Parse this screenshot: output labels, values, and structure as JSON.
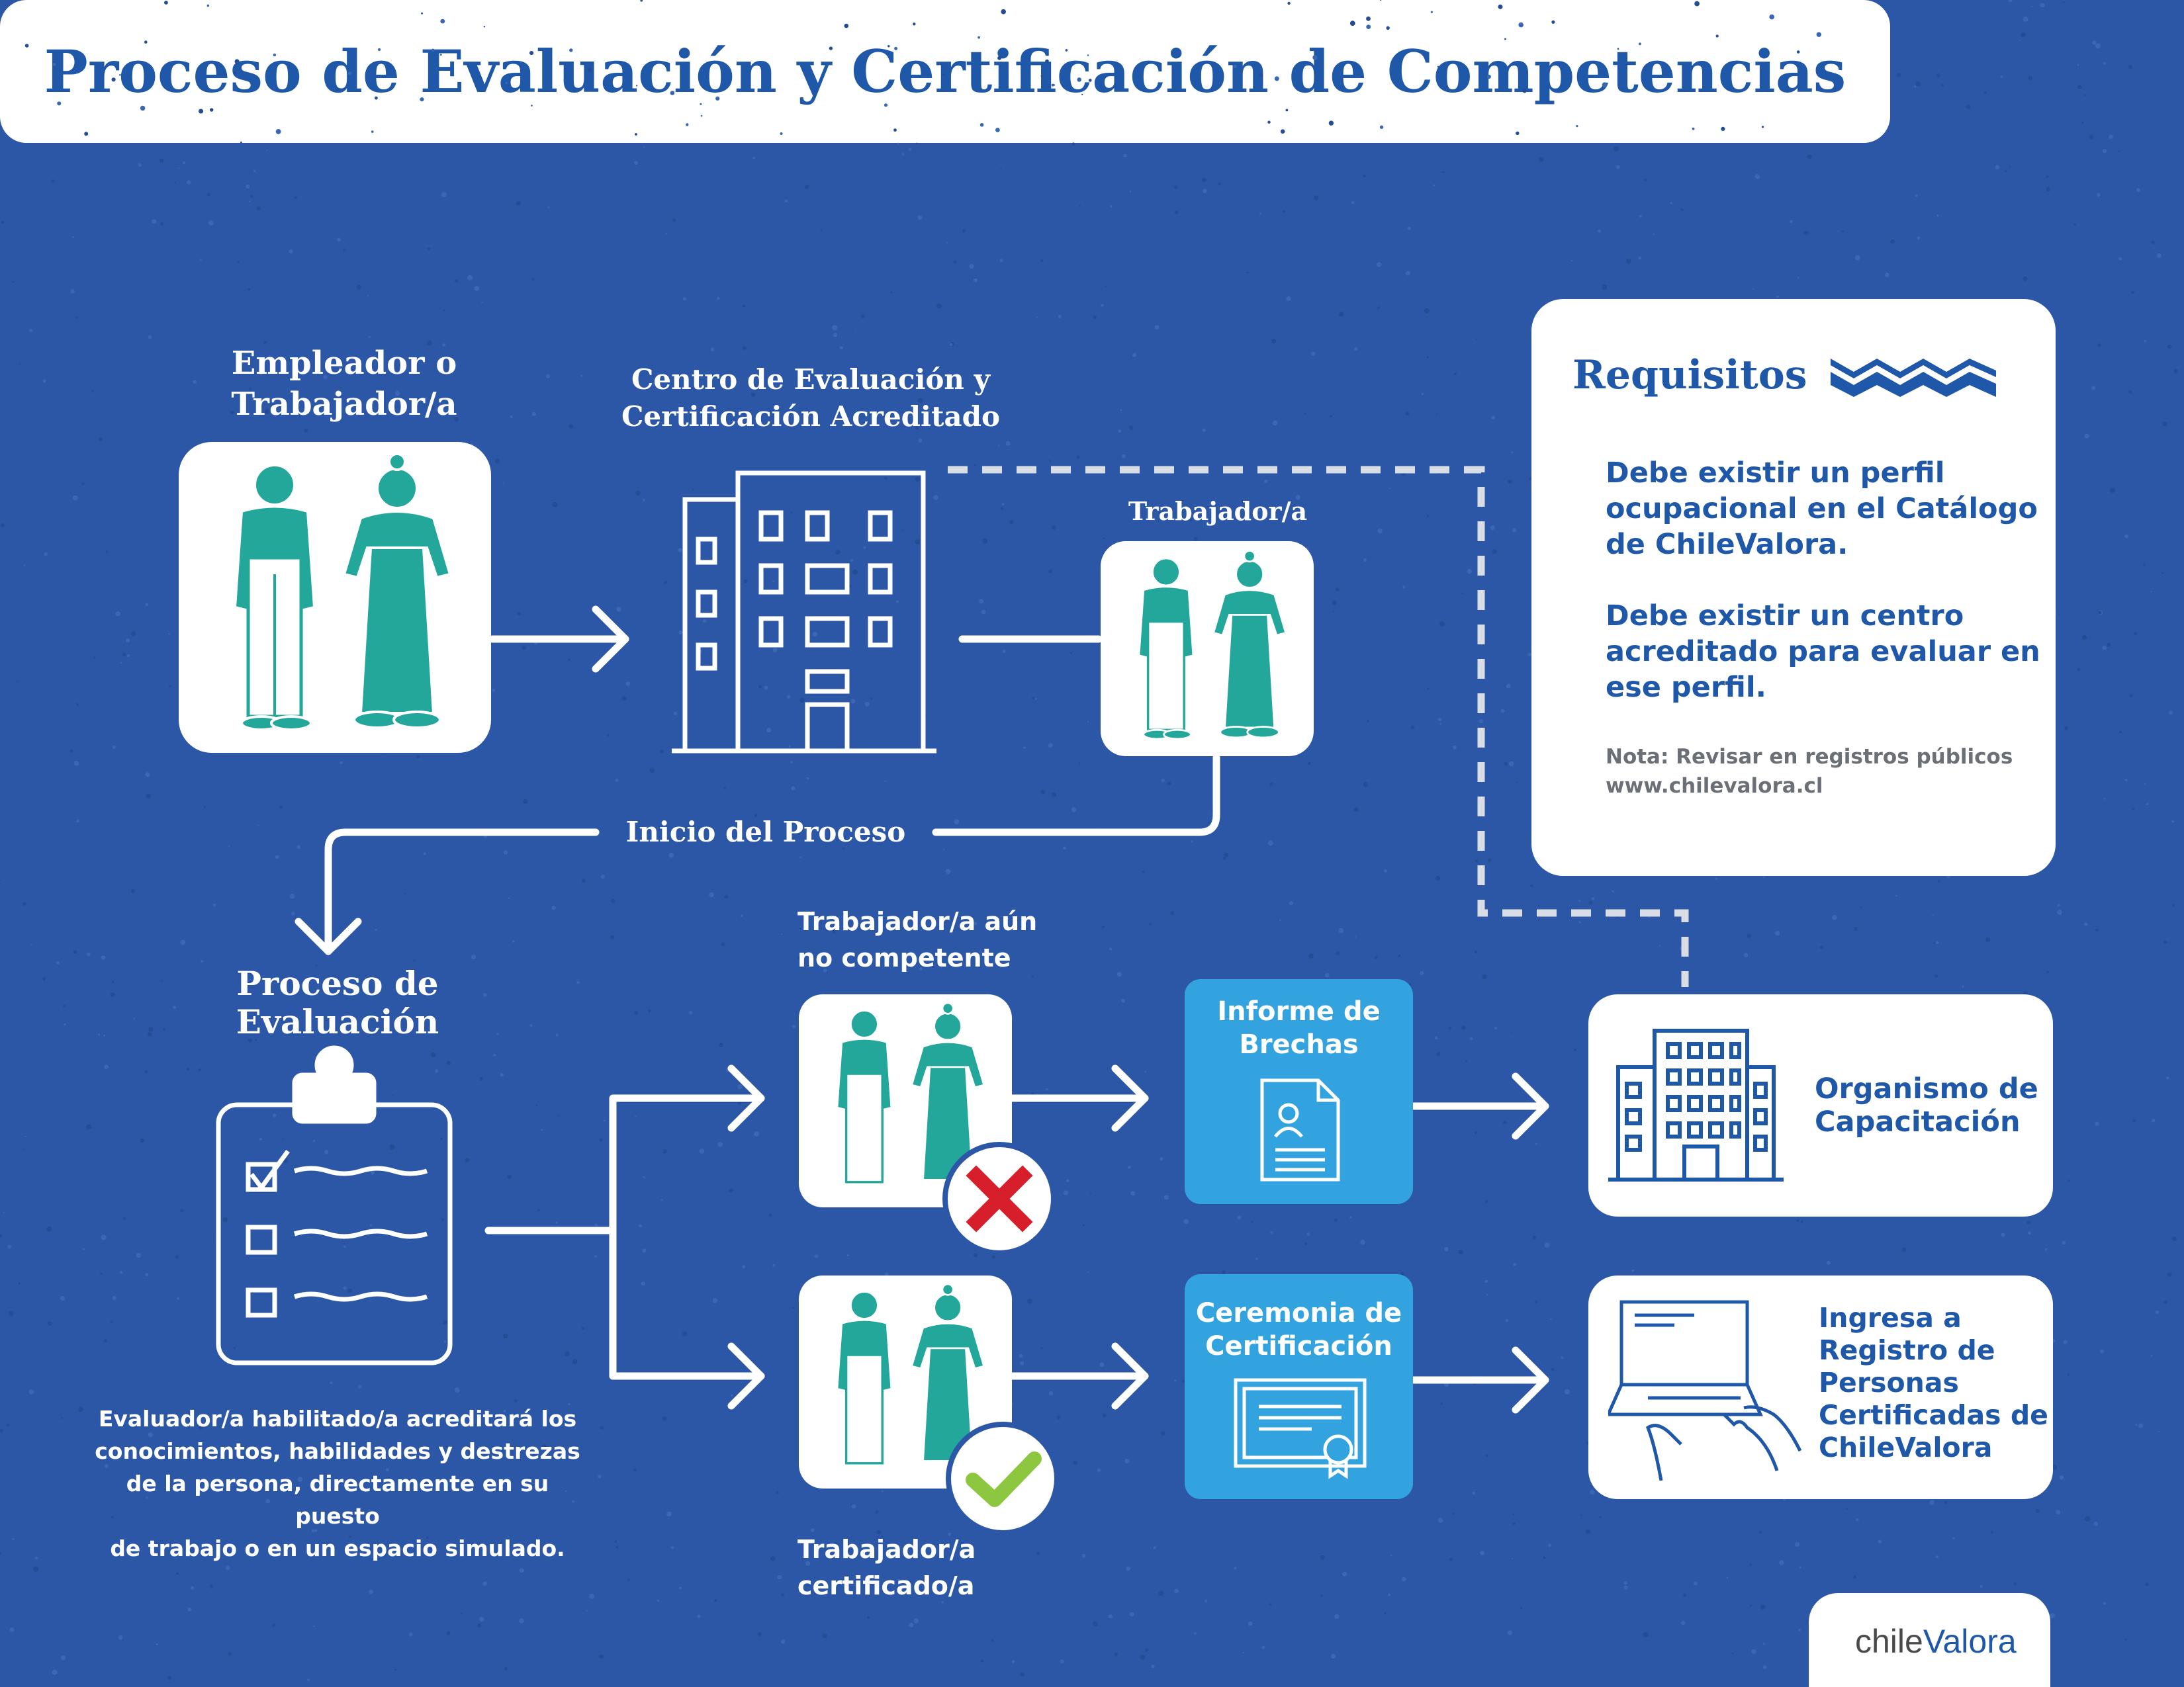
{
  "title": "Proceso de Evaluación y Certificación de Competencias",
  "steps": {
    "employer": {
      "line1": "Empleador o",
      "line2": "Trabajador/a"
    },
    "center": {
      "line1": "Centro de Evaluación y",
      "line2": "Certificación Acreditado"
    },
    "worker": "Trabajador/a",
    "start": "Inicio del  Proceso",
    "evaluation": {
      "line1": "Proceso de",
      "line2": "Evaluación"
    },
    "evaluation_desc": [
      "Evaluador/a habilitado/a acreditará los",
      "conocimientos, habilidades y destrezas",
      "de la persona, directamente en su puesto",
      "de trabajo o en un espacio simulado."
    ],
    "not_competent": {
      "line1": "Trabajador/a aún",
      "line2": "no competente"
    },
    "certified": {
      "line1": "Trabajador/a",
      "line2": "certificado/a"
    },
    "gap_report": {
      "line1": "Informe de",
      "line2": "Brechas"
    },
    "ceremony": {
      "line1": "Ceremonia de",
      "line2": "Certificación"
    },
    "training": {
      "line1": "Organismo de",
      "line2": "Capacitación"
    },
    "registry": {
      "line1": "Ingresa a",
      "line2": "Registro de",
      "line3": "Personas",
      "line4": "Certificadas de",
      "line5": "ChileValora"
    }
  },
  "requirements": {
    "heading": "Requisitos",
    "req1": {
      "line1": "Debe existir un perfil",
      "line2": "ocupacional en el Catálogo",
      "line3": "de ChileValora."
    },
    "req2": {
      "line1": "Debe existir un centro",
      "line2": "acreditado para evaluar en",
      "line3": "ese perfil."
    },
    "note": {
      "line1": "Nota: Revisar en registros públicos",
      "line2": "www.chilevalora.cl"
    }
  },
  "logo": {
    "part1": "chile",
    "part2": "Valora"
  },
  "colors": {
    "background": "#2b57a6",
    "title": "#1f58a8",
    "figure": "#22a79a",
    "box_blue": "#33a3e0",
    "reject": "#d61f2b",
    "accept": "#8dc63f"
  },
  "icons": [
    "person-pair-icon",
    "building-icon",
    "clipboard-icon",
    "cross-icon",
    "check-icon",
    "document-icon",
    "certificate-icon",
    "laptop-icon",
    "wave-icon"
  ]
}
